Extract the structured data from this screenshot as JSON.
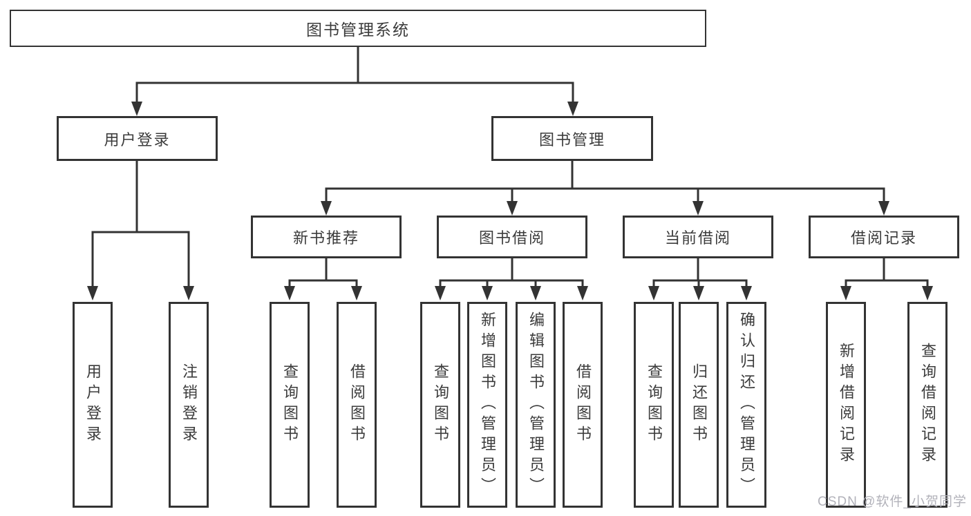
{
  "diagram": {
    "title": "图书管理系统",
    "level2": [
      {
        "label": "用户登录"
      },
      {
        "label": "图书管理"
      }
    ],
    "level3": [
      {
        "label": "新书推荐"
      },
      {
        "label": "图书借阅"
      },
      {
        "label": "当前借阅"
      },
      {
        "label": "借阅记录"
      }
    ],
    "leaves": {
      "user_login": [
        "用户登录",
        "注销登录"
      ],
      "new_book": [
        "查询图书",
        "借阅图书"
      ],
      "book_borrow": [
        "查询图书",
        "新增图书（管理员）",
        "编辑图书（管理员）",
        "借阅图书"
      ],
      "current_borrow": [
        "查询图书",
        "归还图书",
        "确认归还（管理员）"
      ],
      "borrow_record": [
        "新增借阅记录",
        "查询借阅记录"
      ]
    }
  },
  "watermark": "CSDN @软件_小贺同学",
  "colors": {
    "line": "#333333",
    "text": "#3b3b3b",
    "background": "#ffffff",
    "watermark": "#b2b2ba"
  }
}
